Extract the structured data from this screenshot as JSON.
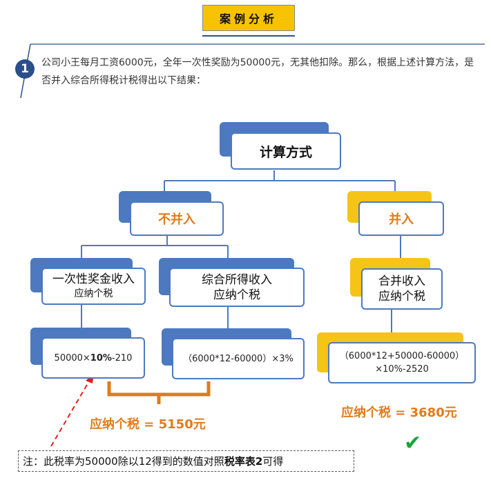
{
  "header": {
    "title": "案例分析"
  },
  "intro": {
    "number": "1",
    "text": "公司小王每月工资6000元，全年一次性奖励为50000元，无其他扣除。那么，根据上述计算方法，是否并入综合所得税计税得出以下结果："
  },
  "tree": {
    "root": "计算方式",
    "branch_left": "不并入",
    "branch_right": "并入",
    "left_a": {
      "line1": "一次性奖金收入",
      "line2": "应纳个税"
    },
    "left_b": {
      "line1": "综合所得收入",
      "line2": "应纳个税"
    },
    "right_a": {
      "line1": "合并收入",
      "line2": "应纳个税"
    },
    "formula_left_a": {
      "pre": "50000×",
      "bold": "10%",
      "post": "-210"
    },
    "formula_left_b": "（6000*12-60000）×3%",
    "formula_right": {
      "line1": "（6000*12+50000-60000）",
      "line2": "×10%-2520"
    }
  },
  "results": {
    "left": "应纳个税 = 5150元",
    "right": "应纳个税 = 3680元",
    "check": "✔"
  },
  "note": {
    "pre": "注：此税率为50000除以12得到的数值对照",
    "bold": "税率表2",
    "post": "可得"
  },
  "colors": {
    "accent_blue": "#4c79c0",
    "accent_gold": "#f6c417",
    "result_orange": "#e07b1a",
    "check_green": "#1ba33a"
  }
}
